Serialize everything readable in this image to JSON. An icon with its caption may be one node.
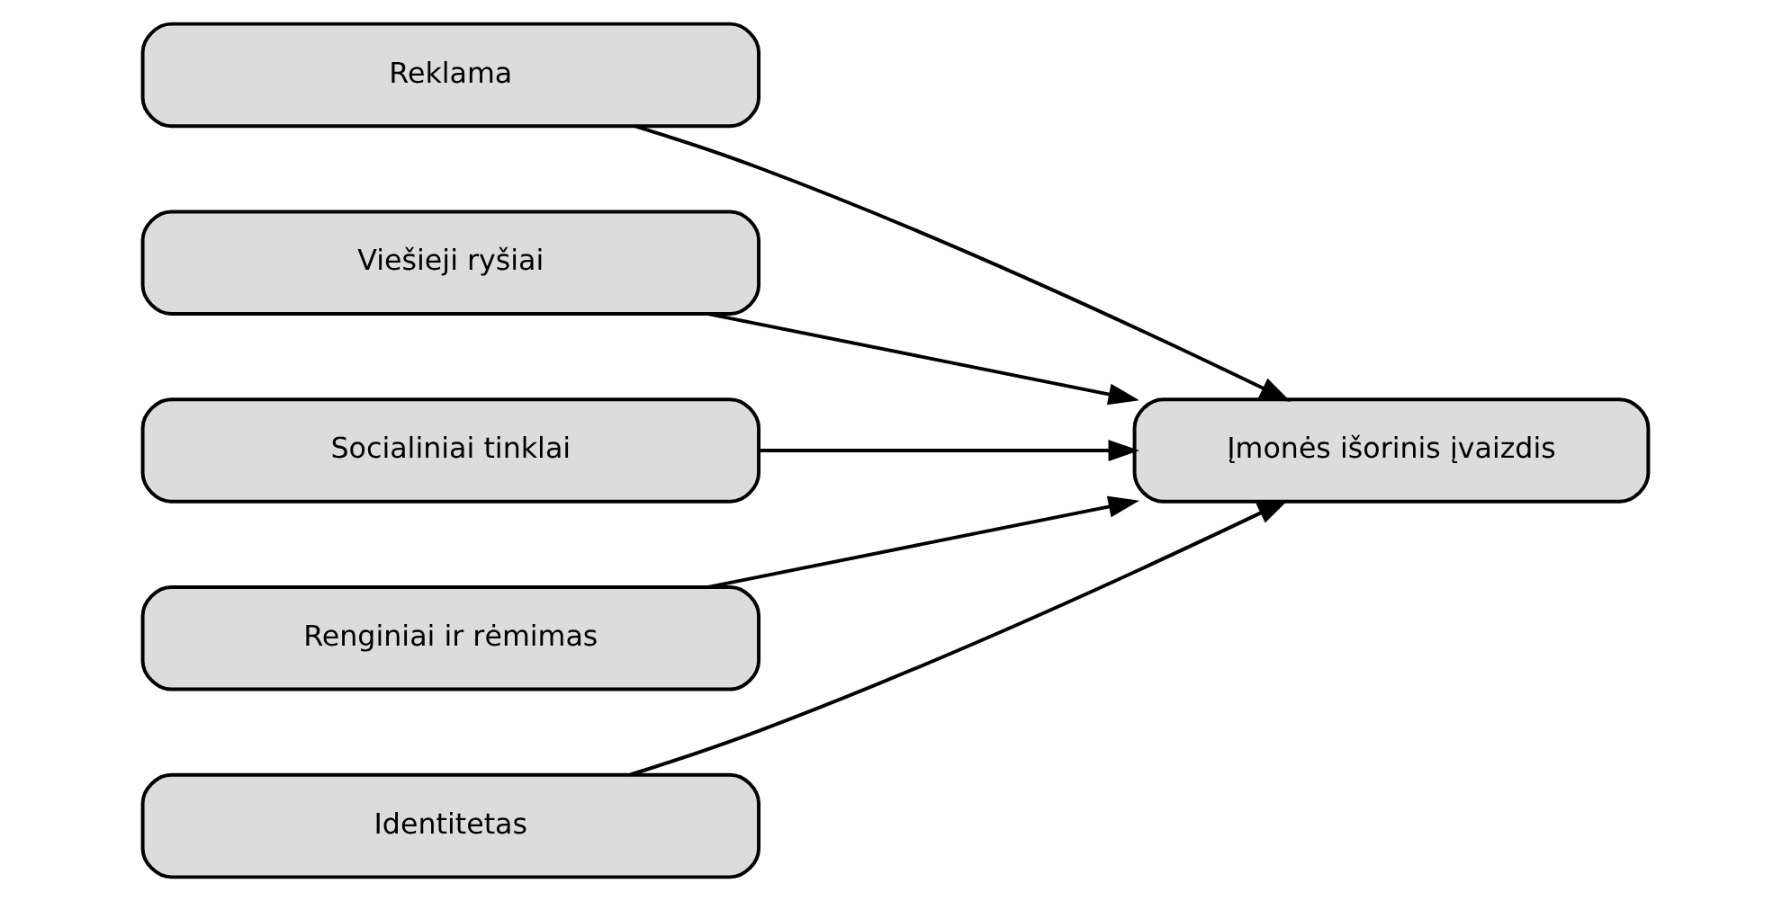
{
  "diagram": {
    "nodes": [
      {
        "text": [
          "Reklama"
        ]
      },
      {
        "text": [
          "Viešieji ryšiai"
        ]
      },
      {
        "text": [
          "Socialiniai tinklai"
        ]
      },
      {
        "text": [
          "Renginiai ir rėmimas"
        ]
      },
      {
        "text": [
          "Identitetas"
        ]
      },
      {
        "text": [
          "Įmonės išorinis įvaizdis"
        ]
      }
    ],
    "edges": [
      {
        "from": 0,
        "to": 5,
        "arrow": "to"
      },
      {
        "from": 1,
        "to": 5,
        "arrow": "to"
      },
      {
        "from": 2,
        "to": 5,
        "arrow": "to"
      },
      {
        "from": 3,
        "to": 5,
        "arrow": "to"
      },
      {
        "from": 4,
        "to": 5,
        "arrow": "to"
      }
    ]
  }
}
